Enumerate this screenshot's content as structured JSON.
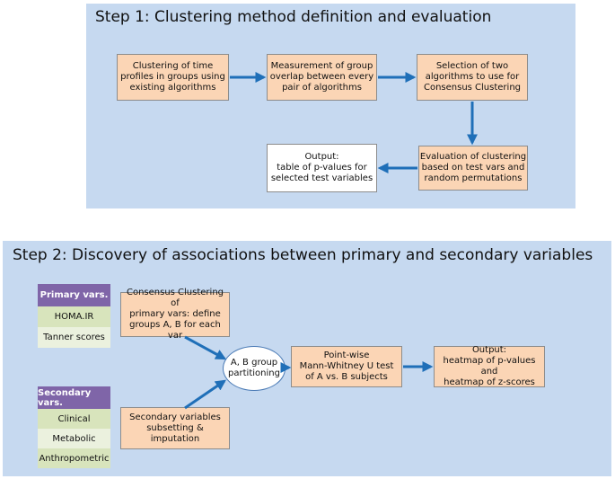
{
  "step1": {
    "title": "Step 1: Clustering method definition and evaluation",
    "boxes": {
      "clustering": "Clustering of time\nprofiles in groups using\nexisting algorithms",
      "overlap": "Measurement of group\noverlap between every\npair of algorithms",
      "selection": "Selection of two\nalgorithms to use for\nConsensus Clustering",
      "evaluation": "Evaluation  of clustering\nbased on test vars and\nrandom permutations",
      "output": "Output:\ntable of p-values for\nselected test variables"
    }
  },
  "step2": {
    "title": "Step 2: Discovery of associations between primary and secondary variables",
    "primary": {
      "header": "Primary vars.",
      "items": [
        "HOMA.IR",
        "Tanner scores"
      ]
    },
    "secondary": {
      "header": "Secondary vars.",
      "items": [
        "Clinical",
        "Metabolic",
        "Anthropometric"
      ]
    },
    "boxes": {
      "consensus": "Consensus Clustering of\nprimary vars: define\ngroups A, B for each var",
      "subsetting": "Secondary variables\nsubsetting & imputation",
      "partitioning": "A, B group\npartitioning",
      "mannwhitney": "Point-wise\nMann-Whitney U test\nof A vs. B subjects",
      "output": "Output:\nheatmap of p-values and\nheatmap of z-scores"
    }
  },
  "colors": {
    "panel": "#c6d9f0",
    "box": "#fbd5b5",
    "arrow": "#1f6fb8",
    "header": "#7f65a8",
    "cell_green": "#d8e4bc",
    "cell_light": "#ebf1de"
  }
}
